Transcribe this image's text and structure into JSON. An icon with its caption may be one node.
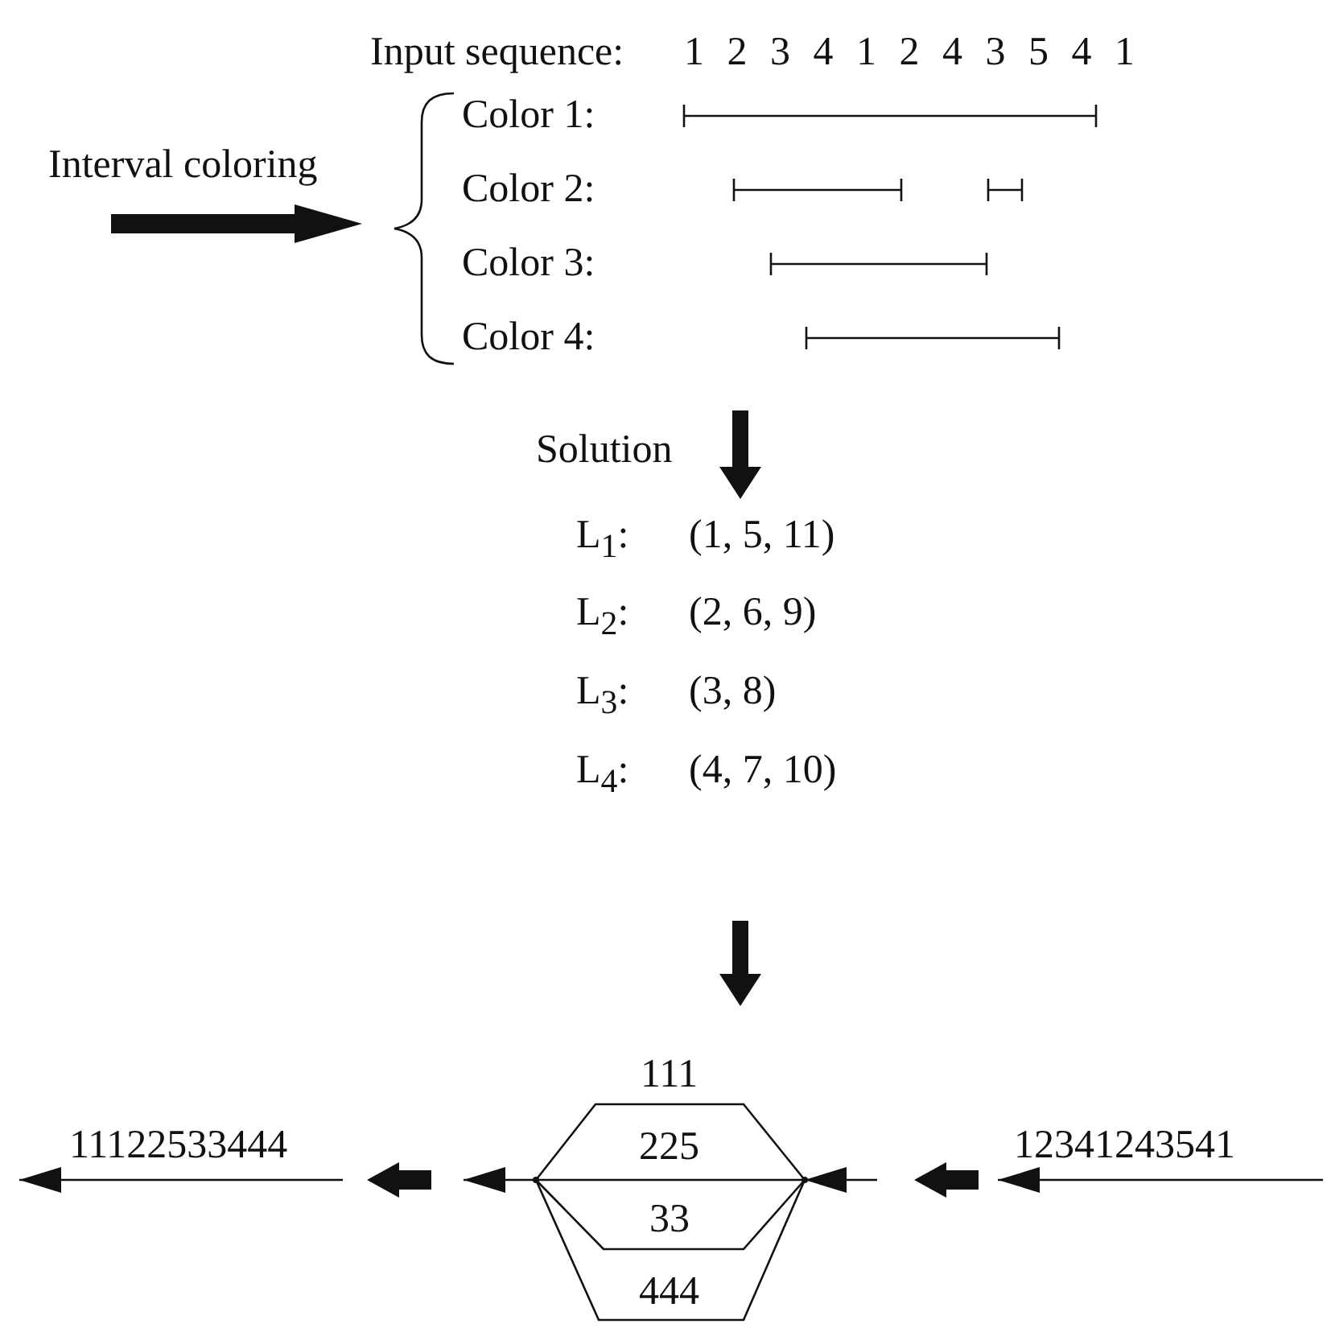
{
  "diagram": {
    "nodes": [
      {
        "text": [],
        "shape": "point"
      },
      {
        "text": [],
        "shape": "point"
      }
    ],
    "edges": [
      {
        "from": 1,
        "to": 0,
        "arrow": "none",
        "label": "111"
      },
      {
        "from": 1,
        "to": 0,
        "arrow": "none",
        "label": "225"
      },
      {
        "from": 1,
        "to": 0,
        "arrow": "none",
        "label": "33"
      },
      {
        "from": 1,
        "to": 0,
        "arrow": "none",
        "label": "444"
      },
      {
        "from": null,
        "to": 1,
        "arrow": "to"
      },
      {
        "from": 0,
        "to": null,
        "arrow": "to"
      }
    ],
    "labels": [
      "Input sequence:",
      "1 2 3 4 1 2 4 3 5 4 1",
      "Color 1:",
      "Interval coloring",
      "Color 2:",
      "Color 3:",
      "Color 4:",
      "Solution",
      "L$_{1}$:",
      "(1, 5, 11)",
      "L$_{2}$:",
      "(2, 6, 9)",
      "L$_{3}$:",
      "(3, 8)",
      "L$_{4}$:",
      "(4, 7, 10)",
      "11122533444",
      "12341243541"
    ]
  }
}
